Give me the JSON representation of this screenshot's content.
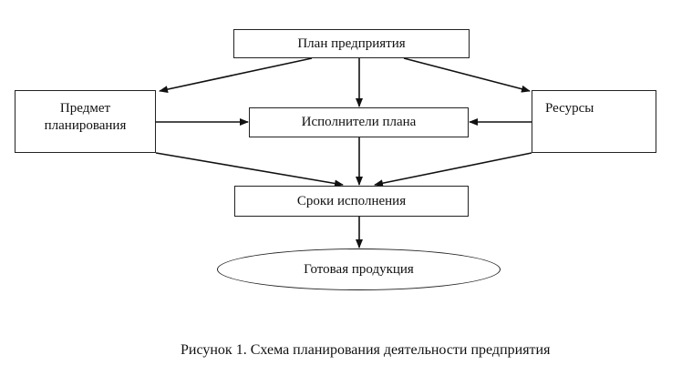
{
  "diagram": {
    "nodes": {
      "plan": "План предприятия",
      "subject_line1": "Предмет",
      "subject_line2": "планирования",
      "executors": "Исполнители плана",
      "resources": "Ресурсы",
      "deadline": "Сроки исполнения",
      "product": "Готовая продукция"
    },
    "edges": [
      {
        "from": "plan",
        "to": "subject"
      },
      {
        "from": "plan",
        "to": "executors"
      },
      {
        "from": "plan",
        "to": "resources"
      },
      {
        "from": "subject",
        "to": "executors"
      },
      {
        "from": "resources",
        "to": "executors"
      },
      {
        "from": "subject",
        "to": "deadline"
      },
      {
        "from": "executors",
        "to": "deadline"
      },
      {
        "from": "resources",
        "to": "deadline"
      },
      {
        "from": "deadline",
        "to": "product"
      }
    ],
    "caption": "Рисунок 1. Схема планирования деятельности предприятия",
    "colors": {
      "stroke": "#222222",
      "text": "#111111",
      "background": "#ffffff"
    }
  }
}
